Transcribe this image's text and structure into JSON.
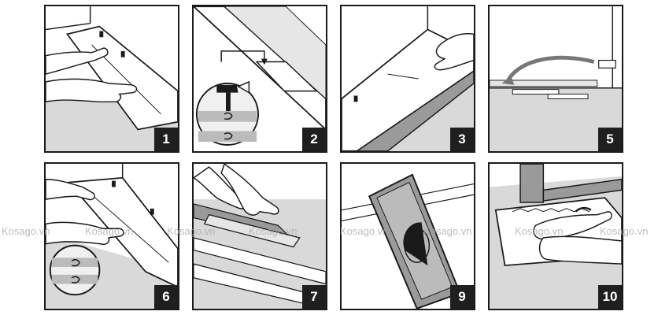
{
  "steps": [
    {
      "number": "1"
    },
    {
      "number": "2"
    },
    {
      "number": "3"
    },
    {
      "number": "5"
    },
    {
      "number": "6"
    },
    {
      "number": "7"
    },
    {
      "number": "9"
    },
    {
      "number": "10"
    }
  ],
  "watermark": "Kosago.vn",
  "colors": {
    "outline": "#1a1a1a",
    "floor": "#d9d9d9",
    "plank_dark": "#9a9a9a",
    "plank_light": "#e6e6e6",
    "label_bg": "#1f1f1f",
    "label_text": "#ffffff"
  },
  "icons": [
    "hammer-icon",
    "plank-joint-icon",
    "arrow-icon",
    "spacer-icon"
  ]
}
